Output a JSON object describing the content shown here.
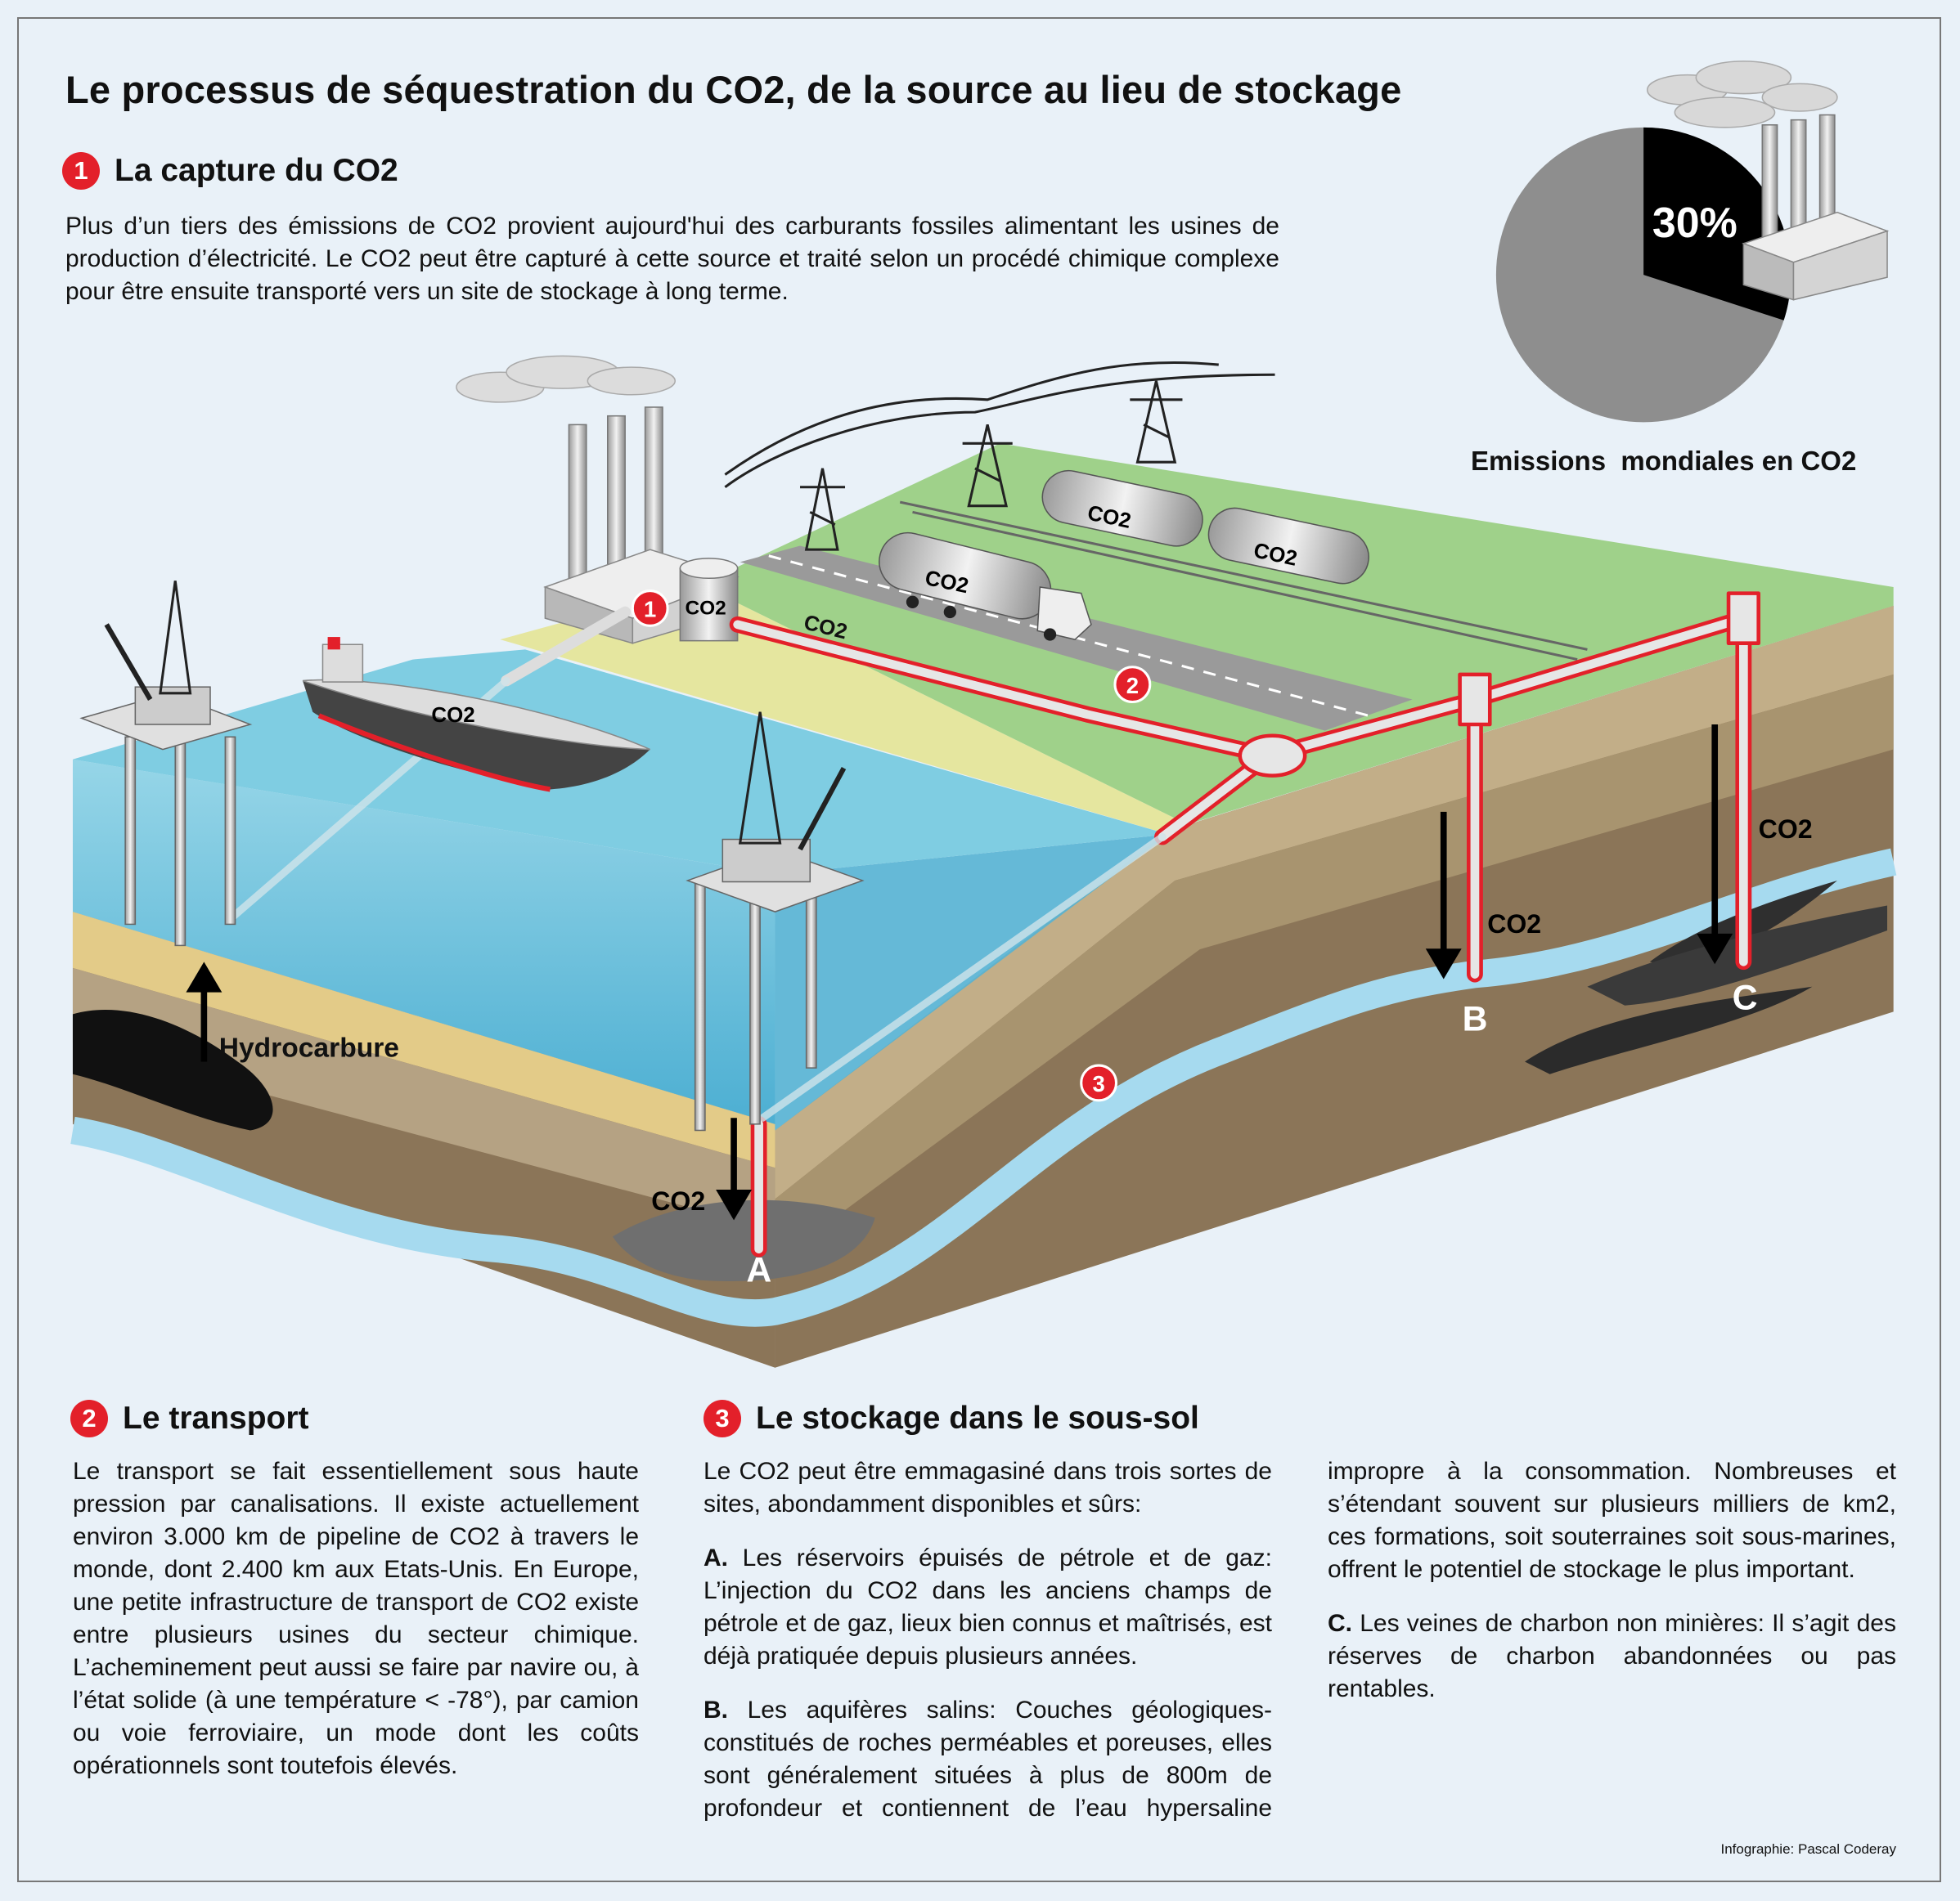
{
  "title": "Le processus de séquestration du CO2, de la source au lieu de stockage",
  "capture": {
    "badge": "1",
    "heading": "La capture du CO2",
    "text": "Plus d’un tiers des émissions de CO2 provient aujourd'hui des carburants fossiles alimentant les usines de production d’électricité. Le CO2 peut être capturé à cette source et traité selon un procédé chimique complexe pour être ensuite transporté vers un site de stockage à long terme."
  },
  "pie": {
    "value_percent": 30,
    "label": "30%",
    "caption": "Emissions  mondiales en CO2",
    "colors": {
      "share": "#000000",
      "rest": "#8e8e8e"
    }
  },
  "diagram": {
    "labels": {
      "badge_1": "1",
      "badge_2": "2",
      "badge_3": "3",
      "tank": "CO2",
      "pipeline": "CO2",
      "truck": "CO2",
      "rail_car_1": "CO2",
      "rail_car_2": "CO2",
      "ship": "CO2",
      "hydrocarbure": "Hydrocarbure",
      "well_a_co2": "CO2",
      "well_a": "A",
      "well_b_co2": "CO2",
      "well_b": "B",
      "well_c_co2": "CO2",
      "well_c": "C"
    },
    "colors": {
      "accent": "#e3202a",
      "sea": "#5fb9d6",
      "land": "#9fd18a",
      "earth": "#8b7558"
    }
  },
  "transport": {
    "badge": "2",
    "heading": "Le transport",
    "text": "Le transport se fait essentiellement sous haute pression par canalisations. Il existe actuellement environ 3.000 km de pipeline de CO2 à travers le monde, dont 2.400 km aux Etats-Unis. En Europe, une petite infrastructure de transport de CO2 existe entre plusieurs usines du secteur chimique. L’acheminement peut aussi se faire par navire ou, à l’état solide (à une température < -78°), par camion ou voie ferroviaire, un mode dont les coûts opérationnels sont toutefois élevés."
  },
  "stockage": {
    "badge": "3",
    "heading": "Le stockage dans le sous-sol",
    "intro": "Le CO2 peut être emmagasiné dans trois sortes de sites, abondamment disponibles et sûrs:",
    "a_label": "A.",
    "a_text": "Les réservoirs épuisés de pétrole et de gaz: L’injection du CO2 dans les anciens champs de pétrole et de gaz, lieux bien connus et maîtrisés, est déjà pratiquée depuis plusieurs années.",
    "b_label": "B.",
    "b_text": "Les aquifères salins: Couches géologiques-constitués de roches perméables et poreuses, elles sont généralement situées à plus de 800m de profondeur et contiennent de l’eau hypersaline impropre à la consommation. Nombreuses et s’étendant souvent sur plusieurs milliers de km2, ces formations, soit souterraines soit sous-marines, offrent le potentiel de stockage le plus important.",
    "c_label": "C.",
    "c_text": "Les veines de charbon non minières: Il s’agit des réserves de charbon abandonnées ou pas rentables."
  },
  "credit": "Infographie: Pascal Coderay"
}
